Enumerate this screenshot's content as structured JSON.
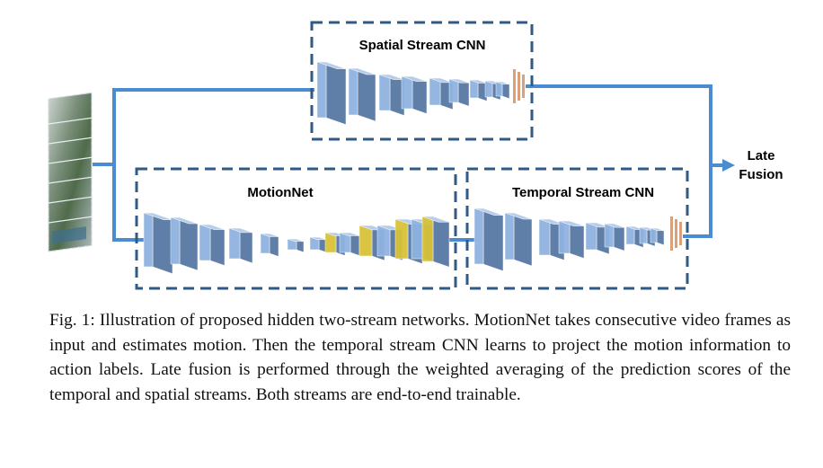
{
  "diagram": {
    "boxes": {
      "spatial": "Spatial Stream CNN",
      "motionnet": "MotionNet",
      "temporal": "Temporal Stream CNN"
    },
    "fusion_line1": "Late",
    "fusion_line2": "Fusion",
    "colors": {
      "arrow": "#4a8bd1",
      "box_border": "#2f5a84",
      "layer_face": "#8fb3e0",
      "layer_side": "#5f7fa8",
      "layer_top": "#b8cde9",
      "motion_yellow": "#d8c238",
      "fc_orange": "#d9a07a"
    }
  },
  "caption": {
    "prefix": "Fig. 1:",
    "text": "Illustration of proposed hidden two-stream networks. MotionNet takes consecutive video frames as input and estimates motion. Then the temporal stream CNN learns to project the motion information to action labels. Late fusion is performed through the weighted averaging of the prediction scores of the temporal and spatial streams. Both streams are end-to-end trainable."
  }
}
